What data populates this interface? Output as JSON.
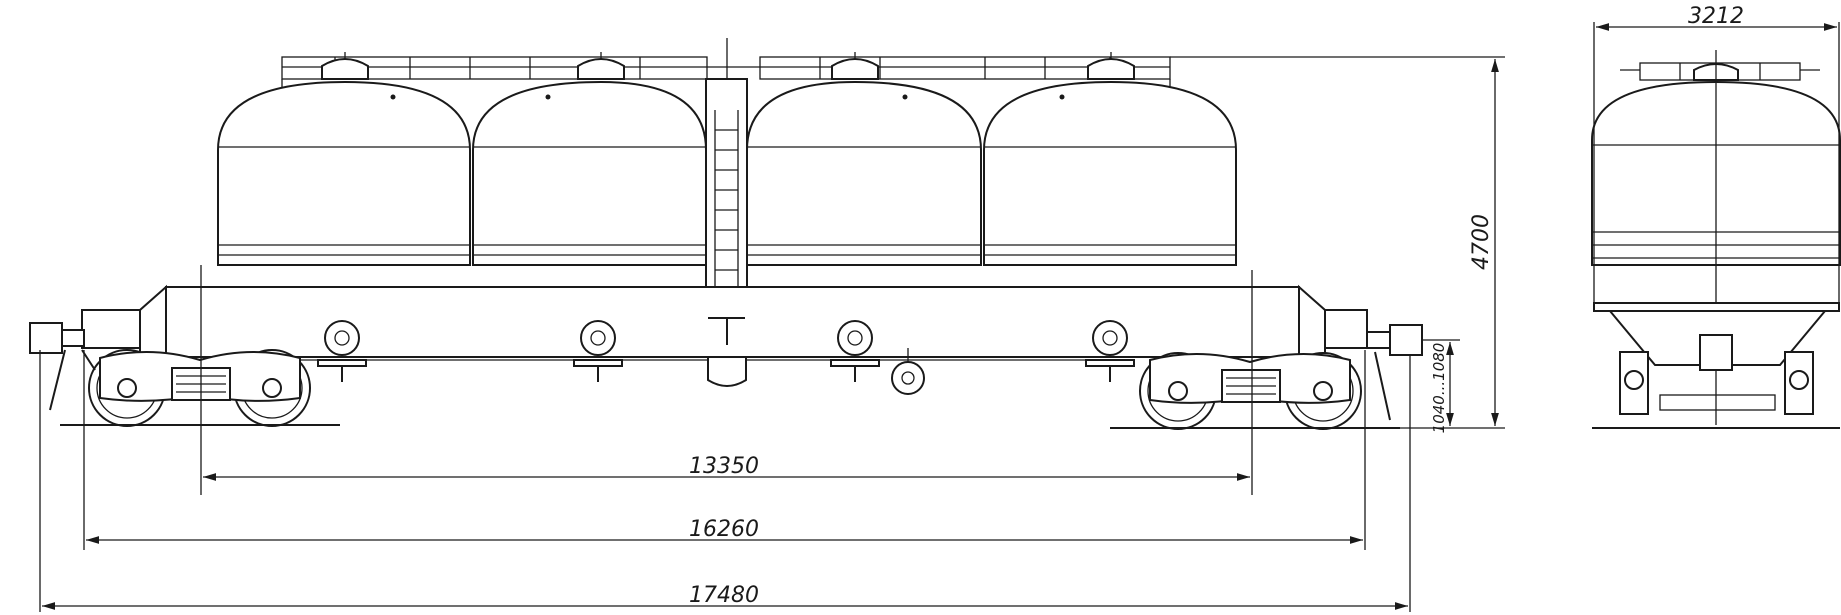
{
  "drawing": {
    "dimensions": {
      "height_total": "4700",
      "coupler_height": "1040...1080",
      "bogie_centers": "13350",
      "length_coupling": "16260",
      "length_overall": "17480",
      "width": "3212"
    }
  }
}
